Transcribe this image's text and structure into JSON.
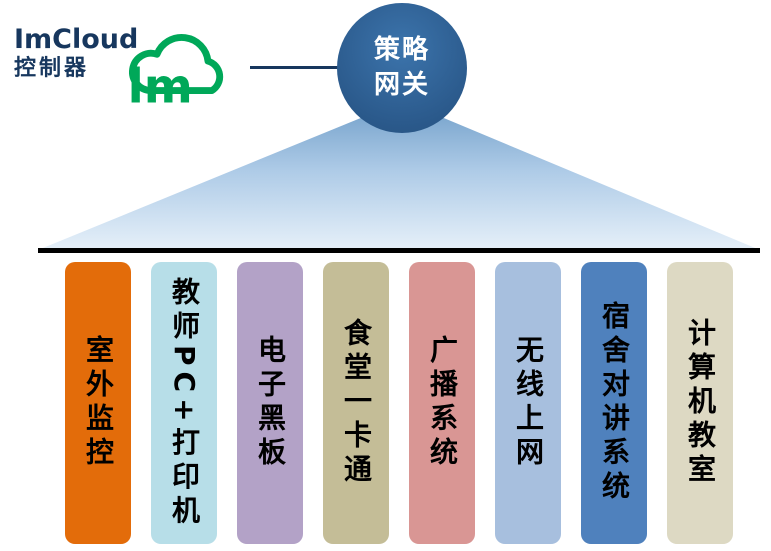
{
  "brand": {
    "name": "ImCloud",
    "subtitle": "控制器",
    "logo_text": "lm"
  },
  "gateway": {
    "line1": "策略",
    "line2": "网关"
  },
  "columns": [
    {
      "label": "室外监控",
      "color": "#E36C0A"
    },
    {
      "label": "教师PC+打印机",
      "color": "#B7DEE8"
    },
    {
      "label": "电子黑板",
      "color": "#B3A2C7"
    },
    {
      "label": "食堂一卡通",
      "color": "#C4BD97"
    },
    {
      "label": "广播系统",
      "color": "#D99694"
    },
    {
      "label": "无线上网",
      "color": "#A7BFDE"
    },
    {
      "label": "宿舍对讲系统",
      "color": "#4F81BD"
    },
    {
      "label": "计算机教室",
      "color": "#DDD9C3"
    }
  ],
  "colors": {
    "brand_text": "#17375E",
    "logo_green": "#00A859",
    "connector": "#17375E",
    "gateway_circle": "#2B5A8C",
    "gateway_text": "#FFFFFF",
    "funnel_top": "#7FA9D0",
    "funnel_bottom": "#E6F0F9",
    "baseline": "#000000",
    "column_text": "#000000"
  }
}
